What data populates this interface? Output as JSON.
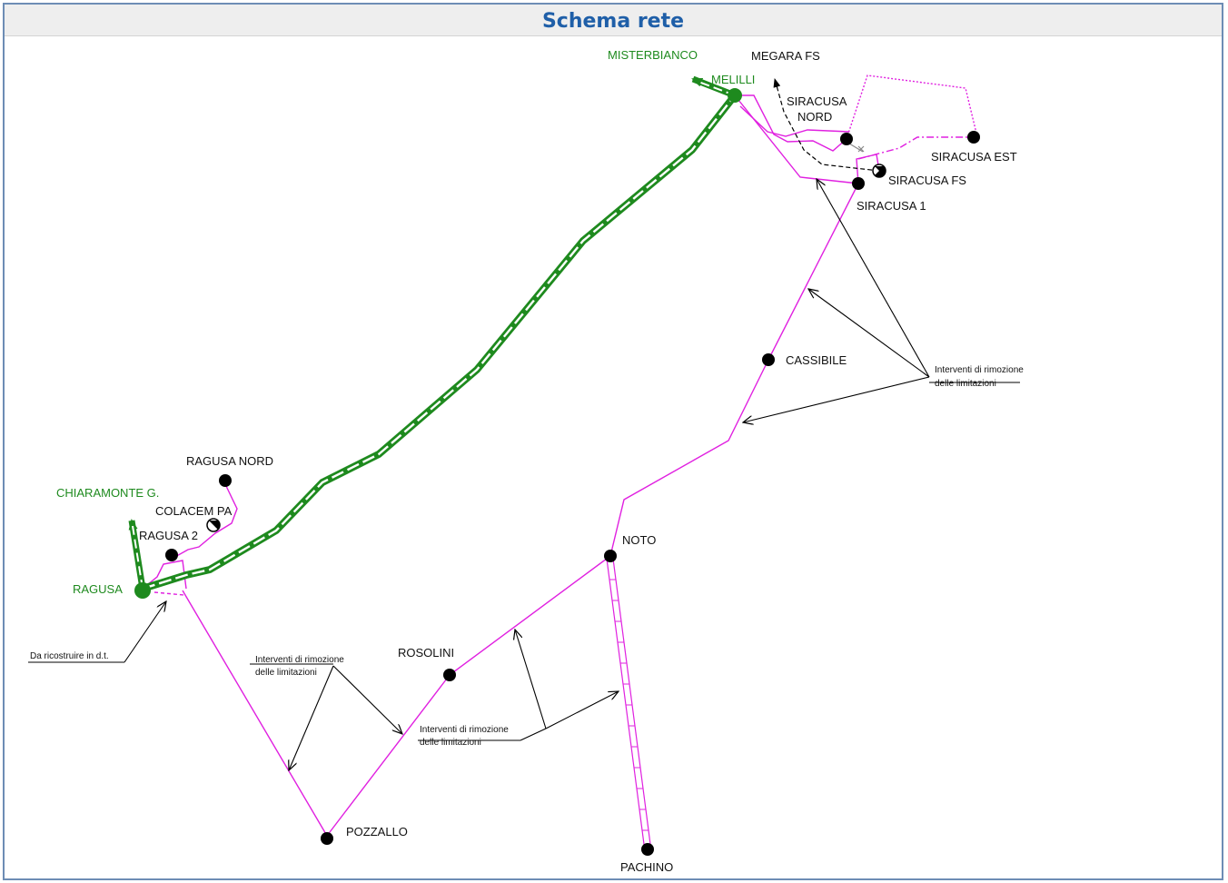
{
  "title": "Schema rete",
  "nodes": {
    "misterbianco": "MISTERBIANCO",
    "melilli": "MELILLI",
    "megara_fs": "MEGARA FS",
    "siracusa_nord_1": "SIRACUSA",
    "siracusa_nord_2": "NORD",
    "siracusa_est": "SIRACUSA EST",
    "siracusa_fs": "SIRACUSA FS",
    "siracusa_1": "SIRACUSA 1",
    "cassibile": "CASSIBILE",
    "noto": "NOTO",
    "rosolini": "ROSOLINI",
    "pozzallo": "POZZALLO",
    "pachino": "PACHINO",
    "ragusa_nord": "RAGUSA NORD",
    "chiaramonte": "CHIARAMONTE G.",
    "colacem": "COLACEM PA",
    "ragusa_2": "RAGUSA 2",
    "ragusa": "RAGUSA"
  },
  "notes": {
    "interventi_line1": "Interventi di rimozione",
    "interventi_line2": "delle limitazioni",
    "ricostruire": "Da ricostruire in d.t."
  },
  "colors": {
    "existing_line": "#e020e0",
    "new_line": "#1e8a1e",
    "title": "#1f5fa8",
    "border": "#6d8db5"
  }
}
